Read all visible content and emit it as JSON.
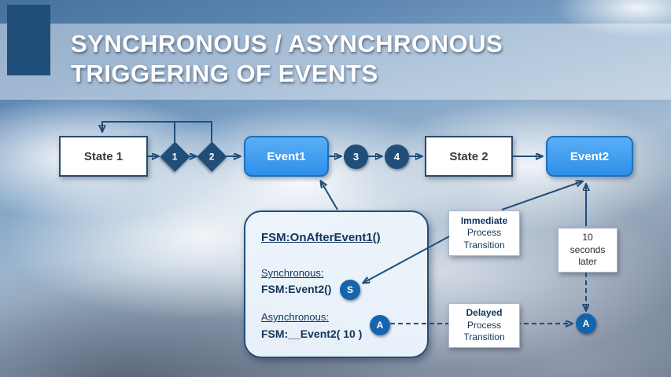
{
  "title": {
    "line1": "SYNCHRONOUS / ASYNCHRONOUS",
    "line2": "TRIGGERING OF EVENTS"
  },
  "flow": {
    "state1": "State 1",
    "d1": "1",
    "d2": "2",
    "event1": "Event1",
    "c3": "3",
    "c4": "4",
    "state2": "State 2",
    "event2": "Event2"
  },
  "fsm": {
    "title": "FSM:OnAfterEvent1()",
    "sync_label": "Synchronous:",
    "sync_code": "FSM:Event2()",
    "sync_badge": "S",
    "async_label": "Asynchronous:",
    "async_code": "FSM:__Event2( 10 )",
    "async_badge": "A"
  },
  "callouts": {
    "immediate": {
      "l1": "Immediate",
      "l2": "Process",
      "l3": "Transition"
    },
    "delay": {
      "l1": "10",
      "l2": "seconds",
      "l3": "later"
    },
    "delayed": {
      "l1": "Delayed",
      "l2": "Process",
      "l3": "Transition"
    },
    "target_badge": "A"
  },
  "colors": {
    "dark_blue": "#1F4E79",
    "badge_blue": "#1565AD",
    "event_blue": "#3DA0F2",
    "fsm_fill": "#EBF3FB"
  }
}
